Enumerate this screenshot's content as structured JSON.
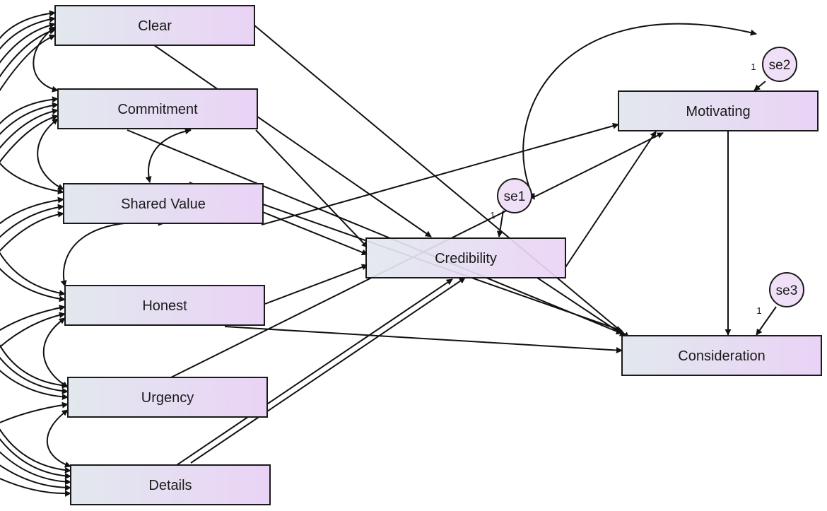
{
  "colors": {
    "box_fill_left": "#e2e8ee",
    "box_fill_right": "#e9d3f5",
    "error_fill": "#efdff7",
    "line": "#111111"
  },
  "nodes": {
    "clear": "Clear",
    "commitment": "Commitment",
    "shared_value": "Shared Value",
    "honest": "Honest",
    "urgency": "Urgency",
    "details": "Details",
    "credibility": "Credibility",
    "motivating": "Motivating",
    "consideration": "Consideration"
  },
  "errors": {
    "se1": "se1",
    "se2": "se2",
    "se3": "se3"
  },
  "path_weights": {
    "se1": "1",
    "se2": "1",
    "se3": "1"
  }
}
